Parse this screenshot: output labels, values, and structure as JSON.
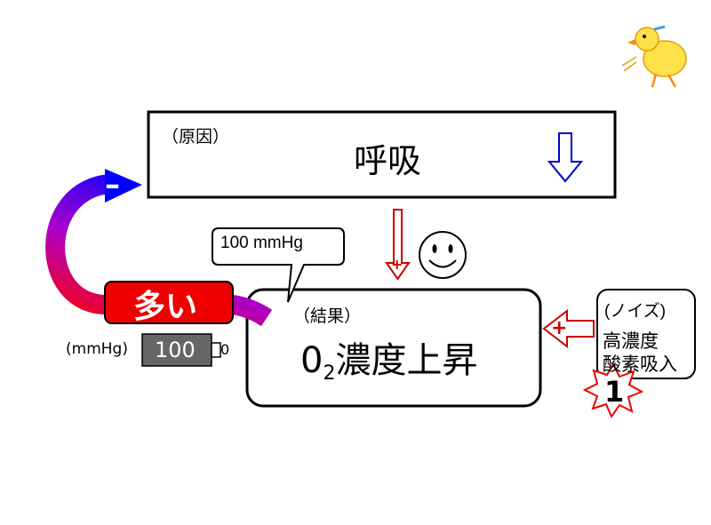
{
  "cause": {
    "tag": "（原因）",
    "title": "呼吸"
  },
  "callout": {
    "text": "100 mmHg"
  },
  "result": {
    "tag": "（結果）",
    "title_prefix": "0",
    "title_sub": "2",
    "title_rest": "濃度上昇"
  },
  "loop": {
    "label": "多い",
    "minus_sign": "–"
  },
  "gauge": {
    "unit": "(mmHg)",
    "value": "100",
    "end_mark": "0"
  },
  "noise": {
    "tag": "(ノイズ)",
    "line1": "高濃度",
    "line2": "酸素吸入",
    "number": "1",
    "plus_sign": "+"
  },
  "cause_arrow": {
    "plus_sign": "+"
  },
  "colors": {
    "frame": "#000000",
    "down_arrow": "#0000cc",
    "loop_start": "#ff0000",
    "loop_mid": "#aa00cc",
    "loop_end": "#0000ff",
    "positive_arrow": "#cc0000",
    "gauge_fill": "#666666"
  },
  "icons": [
    "duck-icon",
    "smiley-icon",
    "starburst-icon"
  ]
}
